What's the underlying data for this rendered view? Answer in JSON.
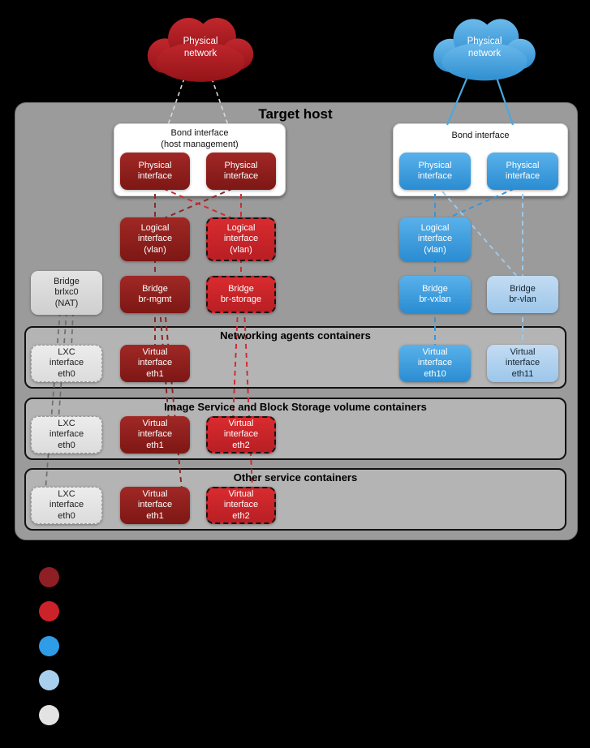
{
  "clouds": {
    "left": {
      "label": "Physical\nnetwork",
      "color": "#b02129"
    },
    "right": {
      "label": "Physical\nnetwork",
      "color": "#4aa8e0"
    }
  },
  "target_host": {
    "title": "Target host",
    "bg_color": "#9b9b9b"
  },
  "bonds": {
    "left": {
      "title": "Bond interface",
      "subtitle": "(host management)",
      "members": [
        {
          "label": "Physical\ninterface"
        },
        {
          "label": "Physical\ninterface"
        }
      ]
    },
    "right": {
      "title": "Bond interface",
      "members": [
        {
          "label": "Physical\ninterface"
        },
        {
          "label": "Physical\ninterface"
        }
      ]
    }
  },
  "logical_interfaces": {
    "mgmt": {
      "label": "Logical\ninterface\n(vlan)"
    },
    "storage": {
      "label": "Logical\ninterface\n(vlan)"
    },
    "overlay": {
      "label": "Logical\ninterface\n(vlan)"
    }
  },
  "bridges": {
    "lxc": {
      "label": "Bridge\nbrlxc0\n(NAT)"
    },
    "mgmt": {
      "label": "Bridge\nbr-mgmt"
    },
    "storage": {
      "label": "Bridge\nbr-storage"
    },
    "vxlan": {
      "label": "Bridge\nbr-vxlan"
    },
    "vlan": {
      "label": "Bridge\nbr-vlan"
    }
  },
  "sections": [
    {
      "title": "Networking agents containers",
      "nodes": [
        {
          "label": "LXC\ninterface\neth0"
        },
        {
          "label": "Virtual\ninterface\neth1"
        },
        {
          "label": "Virtual\ninterface\neth10"
        },
        {
          "label": "Virtual\ninterface\neth11"
        }
      ]
    },
    {
      "title": "Image Service and Block Storage volume containers",
      "nodes": [
        {
          "label": "LXC\ninterface\neth0"
        },
        {
          "label": "Virtual\ninterface\neth1"
        },
        {
          "label": "Virtual\ninterface\neth2"
        }
      ]
    },
    {
      "title": "Other service containers",
      "nodes": [
        {
          "label": "LXC\ninterface\neth0"
        },
        {
          "label": "Virtual\ninterface\neth1"
        },
        {
          "label": "Virtual\ninterface\neth2"
        }
      ]
    }
  ],
  "legend": {
    "swatches": [
      {
        "color": "#8e1f24"
      },
      {
        "color": "#cc2229"
      },
      {
        "color": "#2f9ce8"
      },
      {
        "color": "#a9cfee"
      },
      {
        "color": "#e3e3e3"
      }
    ]
  }
}
